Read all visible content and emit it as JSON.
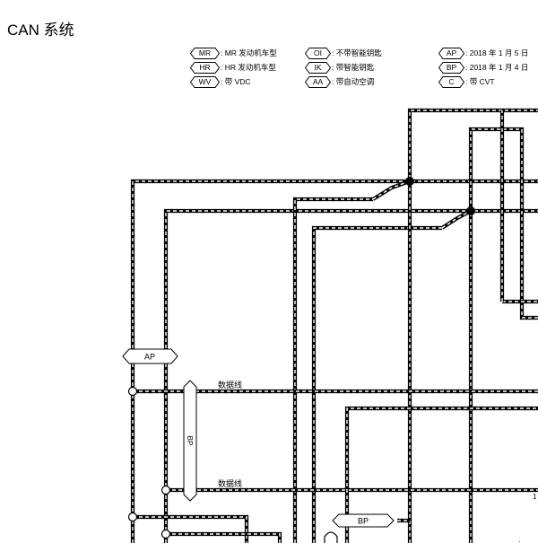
{
  "title": "CAN 系统",
  "legend": [
    {
      "code": "MR",
      "desc": ": MR 发动机车型"
    },
    {
      "code": "HR",
      "desc": ": HR 发动机车型"
    },
    {
      "code": "WV",
      "desc": ": 带 VDC"
    },
    {
      "code": "OI",
      "desc": ": 不带智能钥匙"
    },
    {
      "code": "IK",
      "desc": ": 带智能钥匙"
    },
    {
      "code": "AA",
      "desc": ": 带自动空调"
    },
    {
      "code": "AP",
      "desc": ": 2018 年 1 月 5 日"
    },
    {
      "code": "BP",
      "desc": ": 2018 年 1 月 4 日"
    },
    {
      "code": "C",
      "desc": ": 带 CVT"
    }
  ],
  "diagram": {
    "wire_labels": [
      "数据线",
      "数据线"
    ],
    "connector_tags": [
      "AP",
      "BP",
      "BP"
    ],
    "edge_mark": "1"
  },
  "colors": {
    "line": "#000000",
    "background": "#ffffff",
    "dash": "#ffffff"
  }
}
